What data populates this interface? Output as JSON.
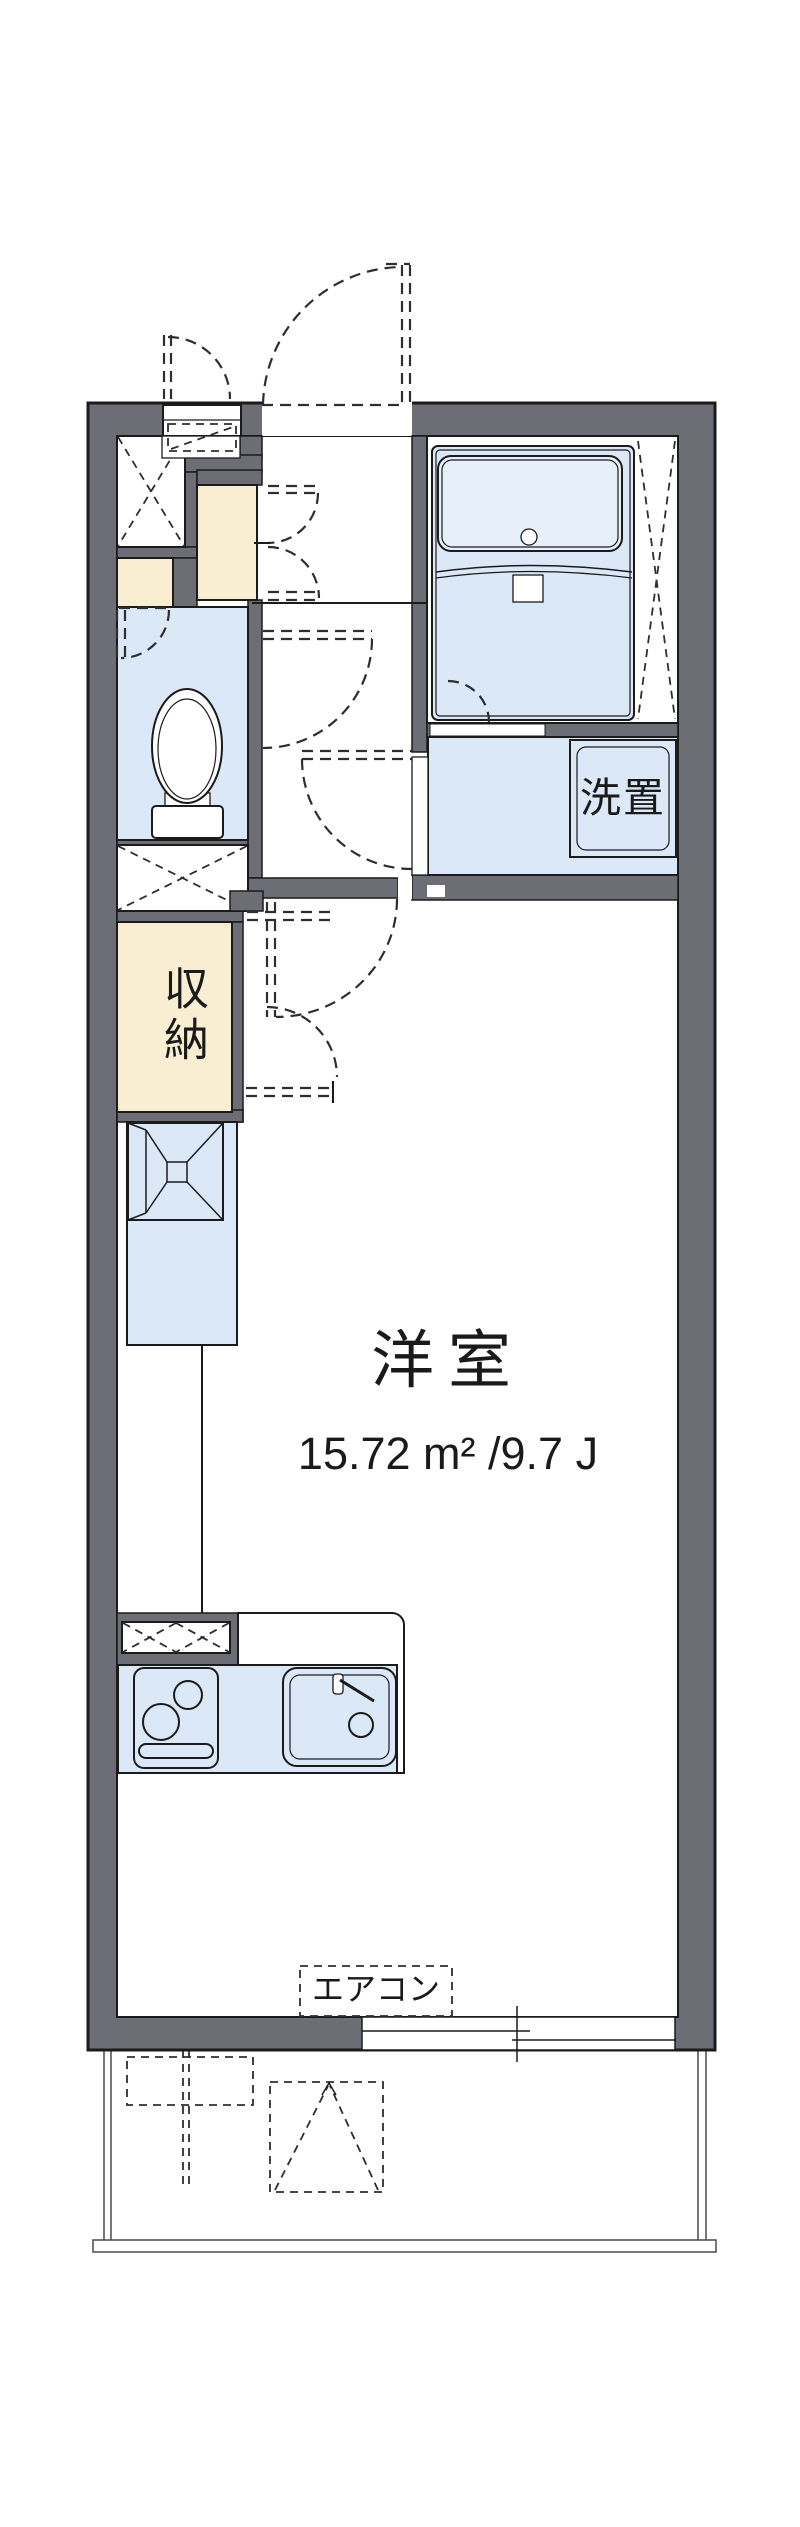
{
  "meta": {
    "type": "apartment-floor-plan"
  },
  "colors": {
    "wall": "#6d6d75",
    "line": "#1b1b1b",
    "dash": "#2e2e2e",
    "blue": "#dbe8f7",
    "blue_light": "#e7f0fa",
    "beige": "#f9edd2",
    "thin": "#4a4a4a",
    "text": "#1a1a1a",
    "bg": "#ffffff"
  },
  "labels": {
    "storage": "収納",
    "laundry_machine": "洗置",
    "main_room": "洋室",
    "main_room_area": "15.72 m² /9.7 J",
    "air_conditioner": "エアコン"
  },
  "room_info": {
    "main_room_area_m2": "15.72",
    "main_room_size_jo": "9.7"
  }
}
